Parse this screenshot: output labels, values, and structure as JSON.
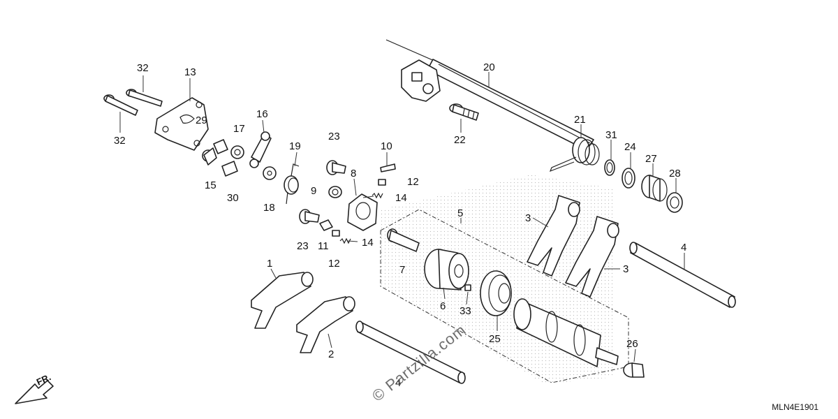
{
  "diagram": {
    "code": "MLN4E1901",
    "watermark": "© Partzilla.com",
    "direction_label": "FR.",
    "callouts": [
      {
        "id": "1",
        "text": "1"
      },
      {
        "id": "2",
        "text": "2"
      },
      {
        "id": "3a",
        "text": "3"
      },
      {
        "id": "3b",
        "text": "3"
      },
      {
        "id": "4a",
        "text": "4"
      },
      {
        "id": "4b",
        "text": "4"
      },
      {
        "id": "5",
        "text": "5"
      },
      {
        "id": "6",
        "text": "6"
      },
      {
        "id": "7",
        "text": "7"
      },
      {
        "id": "8",
        "text": "8"
      },
      {
        "id": "9",
        "text": "9"
      },
      {
        "id": "10",
        "text": "10"
      },
      {
        "id": "11",
        "text": "11"
      },
      {
        "id": "12a",
        "text": "12"
      },
      {
        "id": "12b",
        "text": "12"
      },
      {
        "id": "13",
        "text": "13"
      },
      {
        "id": "14a",
        "text": "14"
      },
      {
        "id": "14b",
        "text": "14"
      },
      {
        "id": "15",
        "text": "15"
      },
      {
        "id": "16",
        "text": "16"
      },
      {
        "id": "17",
        "text": "17"
      },
      {
        "id": "18",
        "text": "18"
      },
      {
        "id": "19",
        "text": "19"
      },
      {
        "id": "20",
        "text": "20"
      },
      {
        "id": "21",
        "text": "21"
      },
      {
        "id": "22",
        "text": "22"
      },
      {
        "id": "23a",
        "text": "23"
      },
      {
        "id": "23b",
        "text": "23"
      },
      {
        "id": "24",
        "text": "24"
      },
      {
        "id": "25",
        "text": "25"
      },
      {
        "id": "26",
        "text": "26"
      },
      {
        "id": "27",
        "text": "27"
      },
      {
        "id": "28",
        "text": "28"
      },
      {
        "id": "29",
        "text": "29"
      },
      {
        "id": "30",
        "text": "30"
      },
      {
        "id": "31",
        "text": "31"
      },
      {
        "id": "32a",
        "text": "32"
      },
      {
        "id": "32b",
        "text": "32"
      },
      {
        "id": "33",
        "text": "33"
      }
    ]
  }
}
